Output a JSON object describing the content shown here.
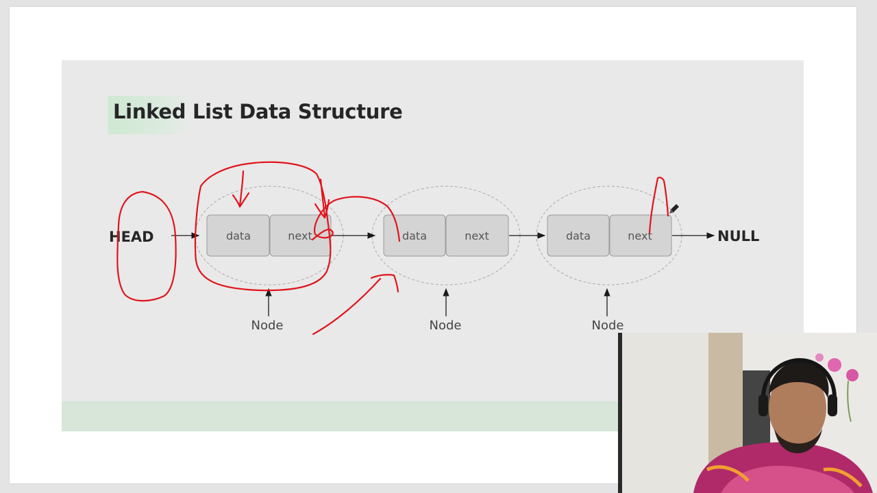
{
  "slide": {
    "title": "Linked List Data Structure",
    "head_label": "HEAD",
    "null_label": "NULL",
    "nodes": [
      {
        "data_label": "data",
        "next_label": "next",
        "caption": "Node"
      },
      {
        "data_label": "data",
        "next_label": "next",
        "caption": "Node"
      },
      {
        "data_label": "data",
        "next_label": "next",
        "caption": "Node"
      }
    ]
  },
  "colors": {
    "slide_background": "#e9e9e9",
    "cell_fill": "#d4d4d4",
    "title_highlight": "#cfe8d3",
    "annotation_ink": "#e0141b"
  },
  "webcam": {
    "present": true
  }
}
